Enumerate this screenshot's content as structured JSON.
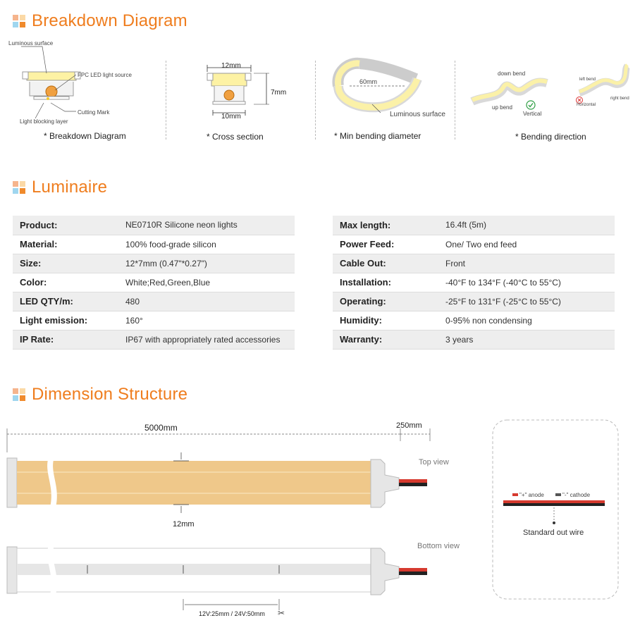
{
  "sections": {
    "breakdown": "Breakdown Diagram",
    "luminaire": "Luminaire",
    "dimension": "Dimension Structure"
  },
  "breakdown": {
    "luminous_surface": "Luminous surface",
    "fpc_led": "FPC LED light source",
    "cutting_mark": "Cutting Mark",
    "light_blocking": "Light blocking layer",
    "caption1": "* Breakdown Diagram",
    "cs_top": "12mm",
    "cs_side": "7mm",
    "cs_bottom": "10mm",
    "caption2": "* Cross section",
    "bend_diameter": "60mm",
    "bend_surface": "Luminous surface",
    "caption3": "* Min bending diameter",
    "down_bend": "down bend",
    "up_bend": "up bend",
    "vertical": "Vertical",
    "left_bend": "left bend",
    "right_bend": "right bend",
    "horizontal": "Horizontal",
    "caption4": "* Bending direction"
  },
  "luminaire": {
    "left": [
      {
        "k": "Product:",
        "v": "NE0710R Silicone neon lights"
      },
      {
        "k": "Material:",
        "v": "100% food-grade silicon"
      },
      {
        "k": "Size:",
        "v": "12*7mm (0.47\"*0.27\")"
      },
      {
        "k": "Color:",
        "v": "White;Red,Green,Blue"
      },
      {
        "k": "LED QTY/m:",
        "v": "480"
      },
      {
        "k": "Light emission:",
        "v": "160°"
      },
      {
        "k": "IP Rate:",
        "v": "IP67 with appropriately rated accessories"
      }
    ],
    "right": [
      {
        "k": "Max length:",
        "v": "16.4ft (5m)"
      },
      {
        "k": "Power Feed:",
        "v": "One/ Two end feed"
      },
      {
        "k": "Cable Out:",
        "v": "Front"
      },
      {
        "k": "Installation:",
        "v": "-40°F to 134°F (-40°C to 55°C)"
      },
      {
        "k": "Operating:",
        "v": "-25°F to 131°F (-25°C to 55°C)"
      },
      {
        "k": "Humidity:",
        "v": "0-95% non condensing"
      },
      {
        "k": "Warranty:",
        "v": "3 years"
      }
    ]
  },
  "dimension": {
    "length": "5000mm",
    "cable": "250mm",
    "width": "12mm",
    "top_view": "Top view",
    "bottom_view": "Bottom view",
    "cut_unit": "12V:25mm / 24V:50mm",
    "anode": "\"+\" anode",
    "cathode": "\"-\" cathode",
    "wire": "Standard out wire"
  },
  "colors": {
    "accent": "#ef7d1e",
    "led": "#efc88a",
    "wire_red": "#d63a2f"
  }
}
